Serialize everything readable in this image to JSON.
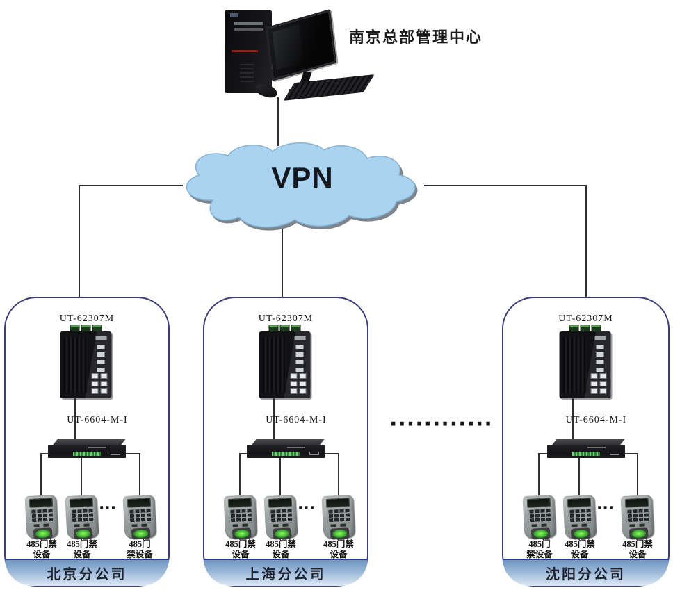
{
  "header": {
    "hq_label": "南京总部管理中心"
  },
  "cloud": {
    "label": "VPN"
  },
  "separator": {
    "dots": "············"
  },
  "branches": [
    {
      "name": "北京分公司",
      "switch_label": "UT-62307M",
      "converter_label": "UT-6604-M-I",
      "more_dots": "···",
      "devices": [
        {
          "line1": "485门禁",
          "line2": "设备"
        },
        {
          "line1": "485门禁",
          "line2": "设备"
        },
        {
          "line1": "485门",
          "line2": "禁设备"
        }
      ]
    },
    {
      "name": "上海分公司",
      "switch_label": "UT-62307M",
      "converter_label": "UT-6604-M-I",
      "more_dots": "···",
      "devices": [
        {
          "line1": "485门禁",
          "line2": "设备"
        },
        {
          "line1": "485门禁",
          "line2": "设备"
        },
        {
          "line1": "485门禁",
          "line2": "设备"
        }
      ]
    },
    {
      "name": "沈阳分公司",
      "switch_label": "UT-62307M",
      "converter_label": "UT-6604-M-I",
      "more_dots": "···",
      "devices": [
        {
          "line1": "485门",
          "line2": "禁设备"
        },
        {
          "line1": "485门禁",
          "line2": "设备"
        },
        {
          "line1": "485门禁",
          "line2": "设备"
        }
      ]
    }
  ],
  "colors": {
    "cloud_fill": "#a9d3ef",
    "cloud_stroke": "#85b3d6",
    "cloud_shadow": "#7d848c",
    "vpn_text": "#15181e",
    "box_border": "#3c3c78",
    "banner_top": "#6f96c2",
    "banner_bottom": "#dce8f4",
    "banner_border": "#2b3a8c",
    "wire": "#2e2e2e",
    "reader_glow": "#8cff5e"
  }
}
